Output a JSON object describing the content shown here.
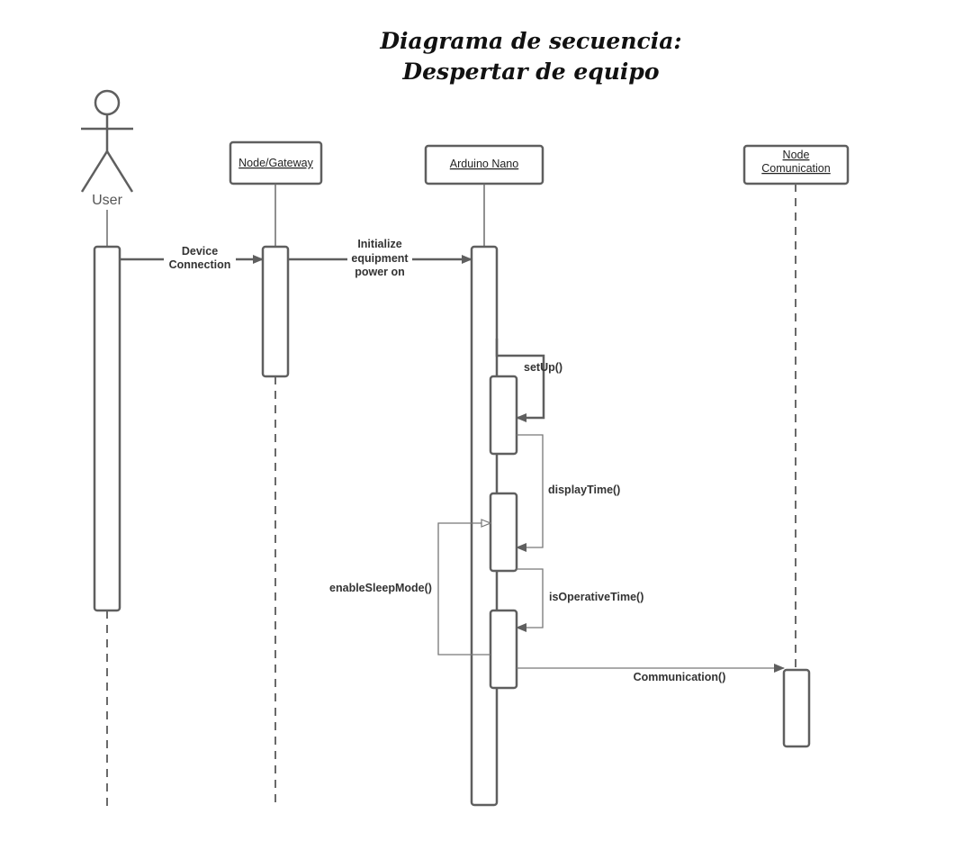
{
  "title": {
    "line1": "Diagrama de secuencia:",
    "line2": "Despertar de equipo"
  },
  "actor": {
    "label": "User"
  },
  "participants": [
    {
      "id": "node-gateway",
      "label": "Node/Gateway"
    },
    {
      "id": "arduino-nano",
      "label": "Arduino Nano"
    },
    {
      "id": "node-communication",
      "line1": "Node",
      "line2": "Comunication"
    }
  ],
  "messages": {
    "device_connection": {
      "line1": "Device",
      "line2": "Connection"
    },
    "initialize": {
      "line1": "Initialize",
      "line2": "equipment",
      "line3": "power on"
    },
    "setup": "setUp()",
    "display_time": "displayTime()",
    "is_operative_time": "isOperativeTime()",
    "enable_sleep_mode": "enableSleepMode()",
    "communication": "Communication()"
  }
}
